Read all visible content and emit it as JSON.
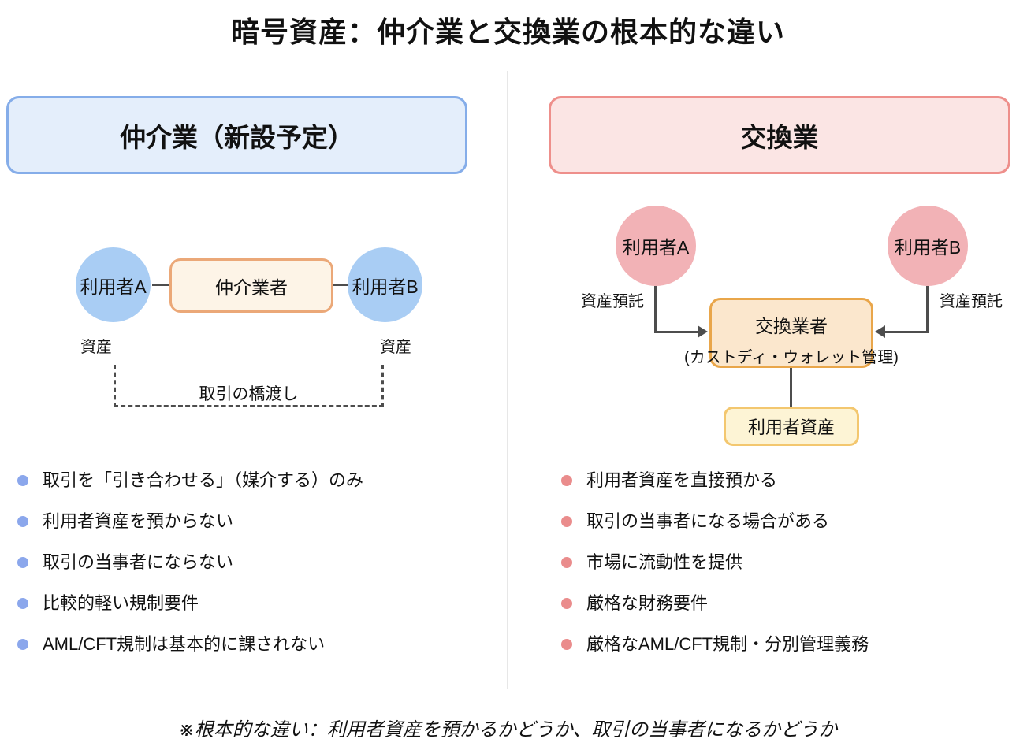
{
  "title": "暗号資産：仲介業と交換業の根本的な違い",
  "left": {
    "header": "仲介業（新設予定）",
    "diagram": {
      "user_a": "利用者A",
      "user_b": "利用者B",
      "broker": "仲介業者",
      "asset_a": "資産",
      "asset_b": "資産",
      "bridge": "取引の橋渡し"
    },
    "bullets": [
      "取引を「引き合わせる」（媒介する）のみ",
      "利用者資産を預からない",
      "取引の当事者にならない",
      "比較的軽い規制要件",
      "AML/CFT規制は基本的に課されない"
    ]
  },
  "right": {
    "header": "交換業",
    "diagram": {
      "user_a": "利用者A",
      "user_b": "利用者B",
      "deposit_a": "資産預託",
      "deposit_b": "資産預託",
      "exchange": "交換業者",
      "exchange_sub": "(カストディ・ウォレット管理)",
      "user_assets": "利用者資産"
    },
    "bullets": [
      "利用者資産を直接預かる",
      "取引の当事者になる場合がある",
      "市場に流動性を提供",
      "厳格な財務要件",
      "厳格なAML/CFT規制・分別管理義務"
    ]
  },
  "footnote": "※根本的な違い：利用者資産を預かるかどうか、取引の当事者になるかどうか",
  "colors": {
    "left_header_bg": "#e4eefb",
    "left_header_border": "#85ade9",
    "right_header_bg": "#fbe5e4",
    "right_header_border": "#ee8f8b",
    "blue_circle": "#a9cdf4",
    "pink_circle": "#f2b2b6",
    "broker_box_bg": "#fdf4e7",
    "broker_box_border": "#eba878",
    "exchange_box_bg": "#fbe7cd",
    "exchange_box_border": "#e9a64a",
    "assets_box_bg": "#fdf4d5",
    "assets_box_border": "#f3c76f",
    "bullet_blue": "#8ba7ec",
    "bullet_red": "#ea8c8c",
    "line": "#4d4d4d"
  }
}
